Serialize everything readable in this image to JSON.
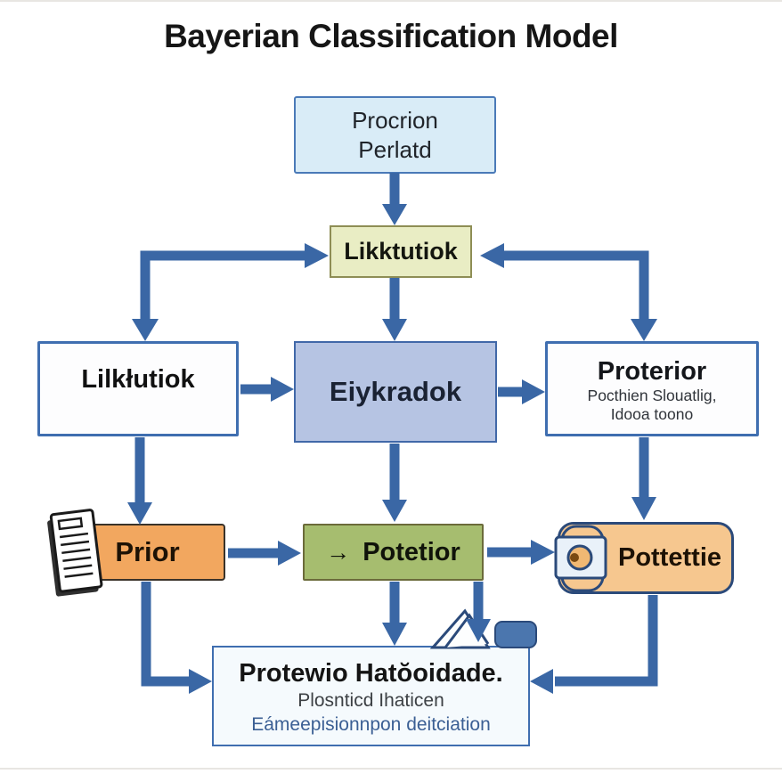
{
  "title": "Bayerian Classification Model",
  "boxes": {
    "top": {
      "line1": "Procrion",
      "line2": "Perlatd"
    },
    "likelihood": {
      "label": "Likktutiok"
    },
    "left": {
      "label": "Lilkłutiok"
    },
    "center": {
      "label": "Eiykradok"
    },
    "right": {
      "title": "Proterior",
      "sub1": "Pocthien Slouatlig,",
      "sub2": "Idooa toono"
    },
    "prior": {
      "label": "Prior"
    },
    "green": {
      "arrow": "→",
      "label": "Potetior"
    },
    "scroll": {
      "label": "Pottettie"
    },
    "bottom": {
      "line1": "Protewio Hatŏoidade.",
      "line2": "Plosnticd Ihaticen",
      "line3": "Eámeepisionnpon deitciation"
    }
  },
  "icons": {
    "notepad": "notepad-icon",
    "scroll_end": "scroll-end-icon",
    "peak": "paper-peak-icon",
    "folder_tab": "folder-tab-icon"
  },
  "colors": {
    "arrow": "#3a67a5",
    "box_border_blue": "#3f6eb0",
    "top_fill": "#d9ecf7",
    "likelihood_fill": "#e9edc4",
    "center_fill": "#b6c4e3",
    "prior_fill": "#f2a75f",
    "green_fill": "#a6bd6f",
    "scroll_fill": "#f6c78f",
    "bottom_fill": "#f5fafd",
    "accent_text": "#3b5f94"
  }
}
